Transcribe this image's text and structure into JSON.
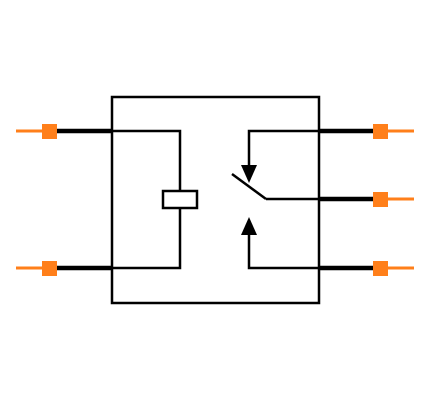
{
  "diagram": {
    "type": "relay-schematic-symbol",
    "colors": {
      "background": "#ffffff",
      "line": "#000000",
      "pin": "#ff7f1a"
    },
    "icons": {
      "body": "relay-body-rectangle-icon",
      "coil": "relay-coil-icon",
      "switch": "changeover-contact-icon",
      "arrow": "contact-arrow-icon",
      "pin": "pin-terminal-icon"
    },
    "pins": {
      "left": [
        "coil-1",
        "coil-2"
      ],
      "right": [
        "normally-closed",
        "common",
        "normally-open"
      ]
    }
  }
}
